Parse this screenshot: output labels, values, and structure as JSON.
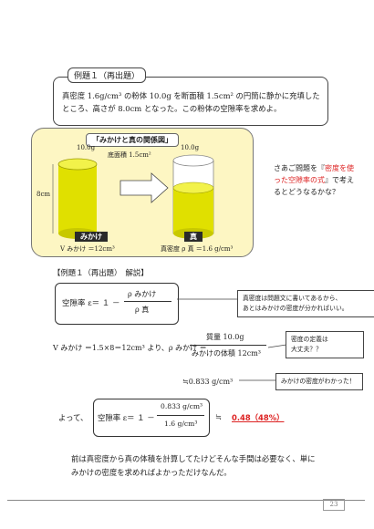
{
  "example": {
    "label": "例題１（再出題）",
    "line1": "真密度 1.6g/cm³ の粉体 10.0g を断面積 1.5cm² の円筒に静かに充填した",
    "line2": "ところ、高さが 8.0cm となった。この粉体の空隙率を求めよ。"
  },
  "diagram": {
    "title": "「みかけと真の関係図」",
    "left_mass": "10.0g",
    "right_mass": "10.0g",
    "area": "底面積 1.5cm²",
    "height": "8cm",
    "left_tag": "みかけ",
    "right_tag": "真",
    "v_apparent": "V みかけ ＝12cm³",
    "true_density": "真密度 ρ 真 ＝1.6 g/cm³",
    "colors": {
      "panel": "#fdf6c3",
      "fill": "#e0e000",
      "fill_dark": "#9a9a00"
    }
  },
  "side_note": {
    "l1a": "さあご問題を『",
    "l1b": "密度を使",
    "l2a": "った空隙率の式",
    "l2b": "』で考え",
    "l3": "るとどうなるかな？"
  },
  "solution": {
    "heading": "【例題１（再出題）　解説】",
    "porosity_lhs": "空隙率 ε＝ １ －",
    "porosity_num": "ρ みかけ",
    "porosity_den": "ρ 真",
    "callout1_l1": "真密度は問題文に書いてあるから、",
    "callout1_l2": "あとはみかけの密度が分かればいい。",
    "v_calc": "V みかけ ＝1.5×8＝12cm³ より、ρ みかけ ＝",
    "rho_num": "質量 10.0g",
    "rho_den": "みかけの体積 12cm³",
    "callout2_l1": "密度の定義は",
    "callout2_l2": "大丈夫？？",
    "approx": "≒0.833 g/cm³",
    "callout3": "みかけの密度がわかった！",
    "then": "よって、",
    "final_lhs": "空隙率 ε＝ １ －",
    "final_num": "0.833 g/cm³",
    "final_den": "1.6 g/cm³",
    "approx_sym": "≒",
    "answer": "0.48（48%）"
  },
  "closing": {
    "l1": "前は真密度から真の体積を計算してたけどそんな手間は必要なく、単に",
    "l2": "みかけの密度を求めればよかっただけなんだ。"
  },
  "page_number": "23"
}
